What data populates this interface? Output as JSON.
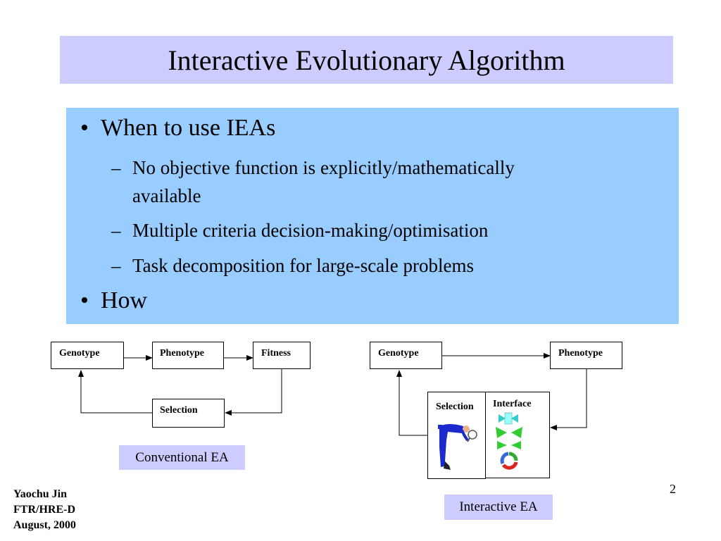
{
  "slide": {
    "title": "Interactive Evolutionary Algorithm",
    "page_number": "2"
  },
  "content": {
    "bullet_mark": "•",
    "dash_mark": "–",
    "bullets": [
      {
        "text": "When to use IEAs",
        "subitems": [
          {
            "line1": "No objective function is explicitly/mathematically",
            "line2": "available"
          },
          {
            "line1": "Multiple criteria decision-making/optimisation"
          },
          {
            "line1": "Task decomposition for large-scale problems"
          }
        ]
      },
      {
        "text": "How"
      }
    ]
  },
  "conventional_ea": {
    "caption": "Conventional EA",
    "genotype": "Genotype",
    "phenotype": "Phenotype",
    "fitness": "Fitness",
    "selection": "Selection"
  },
  "interactive_ea": {
    "caption": "Interactive EA",
    "genotype": "Genotype",
    "phenotype": "Phenotype",
    "selection": "Selection",
    "interface": "Interface"
  },
  "footer": {
    "author": "Yaochu Jin",
    "dept": "FTR/HRE-D",
    "date": "August, 2000"
  },
  "colors": {
    "title_bg": "#ccccff",
    "content_bg": "#99ccff",
    "caption_bg": "#ccccff"
  }
}
